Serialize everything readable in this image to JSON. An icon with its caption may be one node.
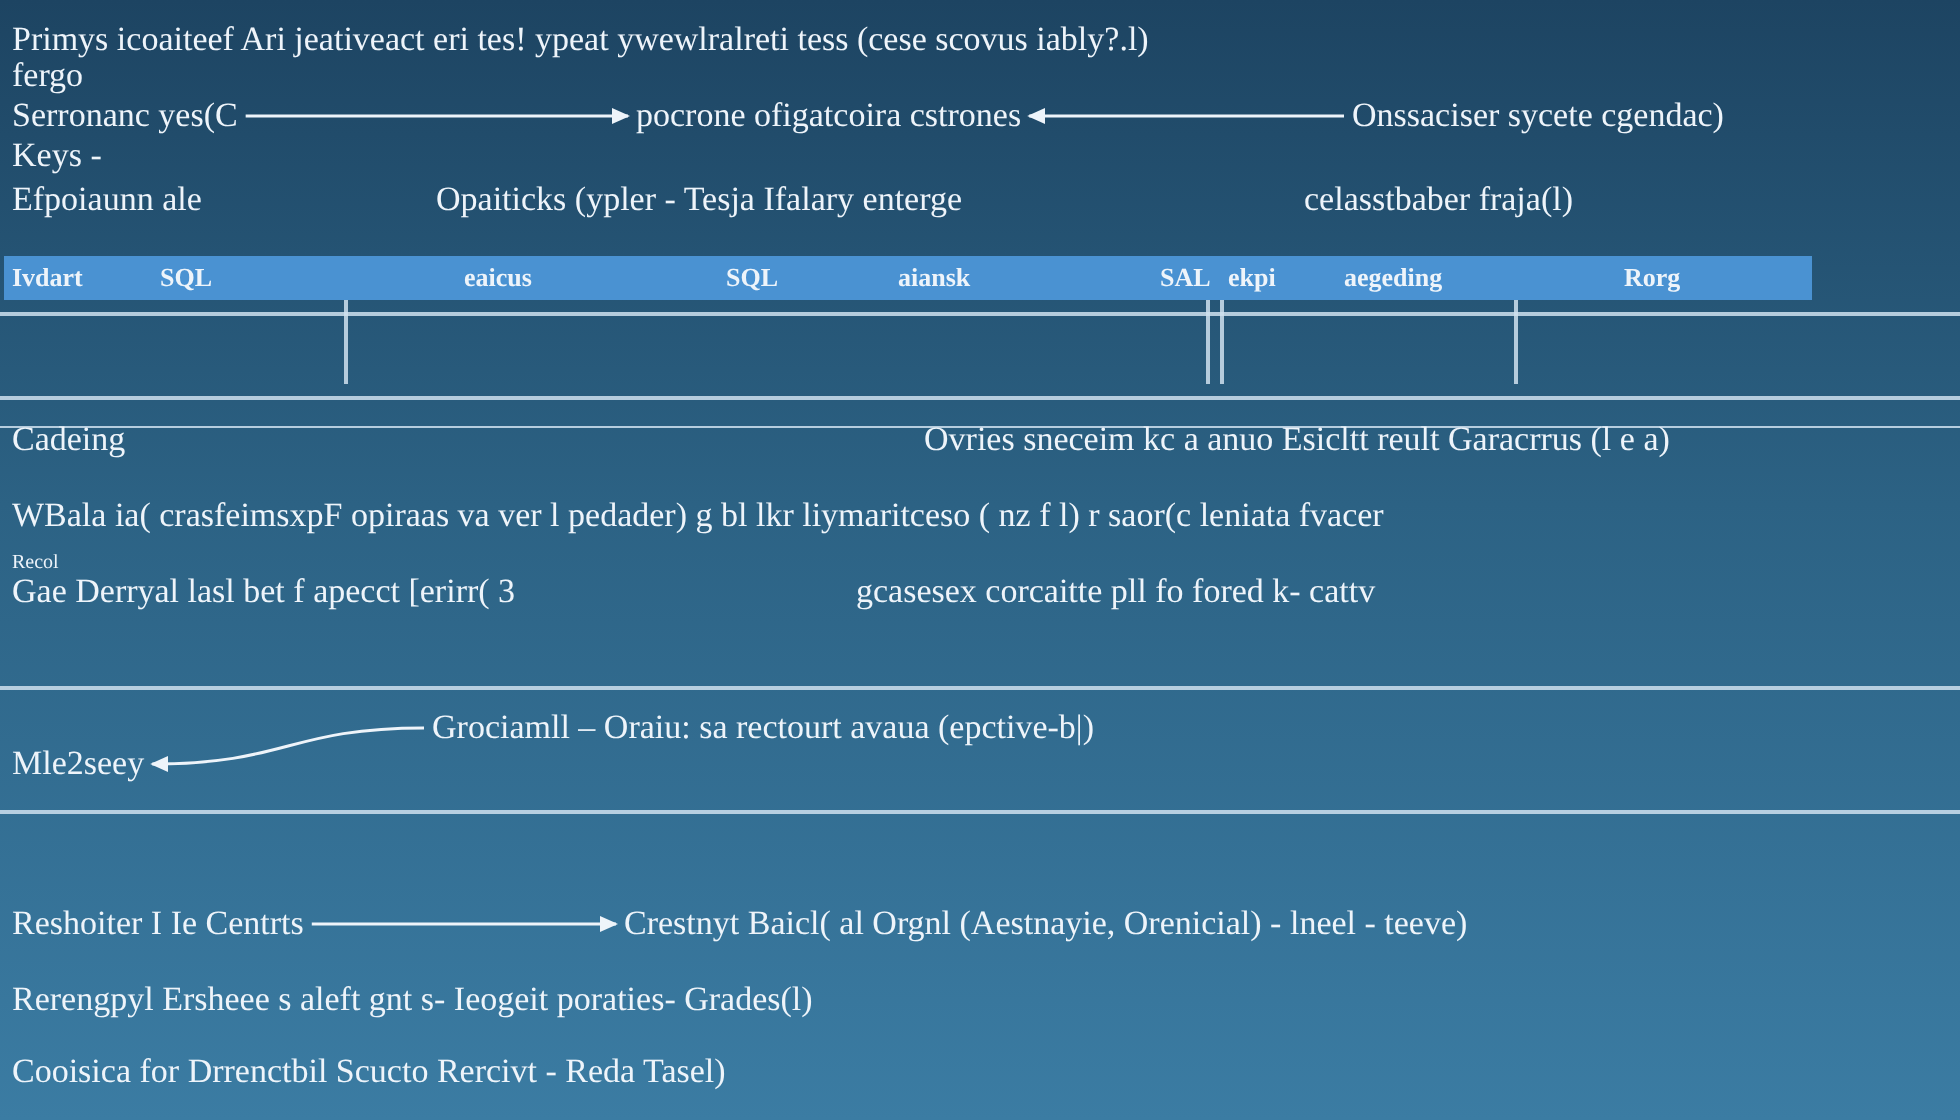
{
  "diagram": {
    "title": "Primys icoaiteef Ari jeativeact eri tes! ypeat ywewlralreti tess (cese scovus iably?.l)",
    "nodes": [
      {
        "text": [
          "Serronanc yes(C"
        ]
      },
      {
        "text": [
          "pocrone ofigatcoira cstrones"
        ]
      },
      {
        "text": [
          "Onssaciser sycete cgendac)"
        ]
      },
      {
        "text": [
          "Mle2seey"
        ]
      },
      {
        "text": [
          "Grociamll – Oraiu: sa rectourt avaua (epctive-b|)"
        ]
      },
      {
        "text": [
          "Reshoiter I Ie Centrts"
        ]
      },
      {
        "text": [
          "Crestnyt Baicl( al Orgnl (Aestnayie, Orenicial) - lneel - teeve)"
        ]
      }
    ],
    "edges": [
      {
        "from": 0,
        "to": 1,
        "arrow": "to"
      },
      {
        "from": 2,
        "to": 1,
        "arrow": "to"
      },
      {
        "from": 4,
        "to": 3,
        "arrow": "to"
      },
      {
        "from": 5,
        "to": 6,
        "arrow": "to"
      }
    ],
    "labels": [
      "fergo",
      "Keys -",
      "Efpoiaunn ale",
      "Opaiticks (ypler - Tesja Ifalary enterge",
      "celasstbaber fraja(l)",
      "Ivdart",
      "SQL",
      "eaicus",
      "SQL",
      "aiansk",
      "SAL",
      "ekpi",
      "aegeding",
      "Rorg",
      "Cadeing",
      "Ovries sneceim kc a anuo Esicltt reult Garacrrus (l e a)",
      "WBala ia( crasfeimsxpF opiraas va ver l pedader) g bl lkr liymaritceso ( nz f l) r saor(c leniata fvacer",
      "Recol",
      "Gae Derryal lasl bet f apecct [erirr( 3",
      "gcasesex corcaitte pll fo fored k- cattv",
      "Rerengpyl Ersheee s aleft gnt s- Ieogeit poraties- Grades(l)",
      "Cooisica for Drrenctbil Scucto Rercivt - Reda Tasel)"
    ]
  }
}
